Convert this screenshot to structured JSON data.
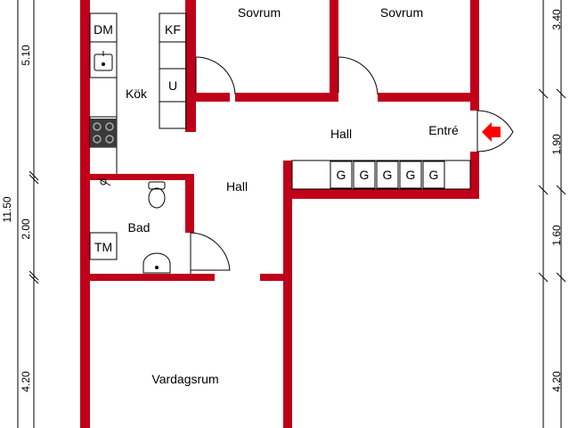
{
  "rooms": {
    "sovrum_left": "Sovrum",
    "sovrum_right": "Sovrum",
    "kok": "Kök",
    "hall_upper": "Hall",
    "entre": "Entré",
    "hall_lower": "Hall",
    "bad": "Bad",
    "vardagsrum": "Vardagsrum"
  },
  "fixtures": {
    "dm": "DM",
    "kf": "KF",
    "u": "U",
    "tm": "TM",
    "g": "G"
  },
  "dimensions": {
    "left_total": "11.50",
    "left_a": "5.10",
    "left_b": "2.00",
    "left_c": "4.20",
    "right_a": "3.40",
    "right_b": "1.90",
    "right_c": "1.60",
    "right_d": "4.20"
  },
  "colors": {
    "wall": "#c0001a",
    "entry_arrow": "#ff0000",
    "line": "#000000"
  },
  "icons": {
    "entry": "entry-arrow-icon",
    "sink": "sink-icon",
    "stove": "stove-icon",
    "toilet": "toilet-icon",
    "washbasin": "washbasin-icon",
    "shower": "shower-icon"
  }
}
